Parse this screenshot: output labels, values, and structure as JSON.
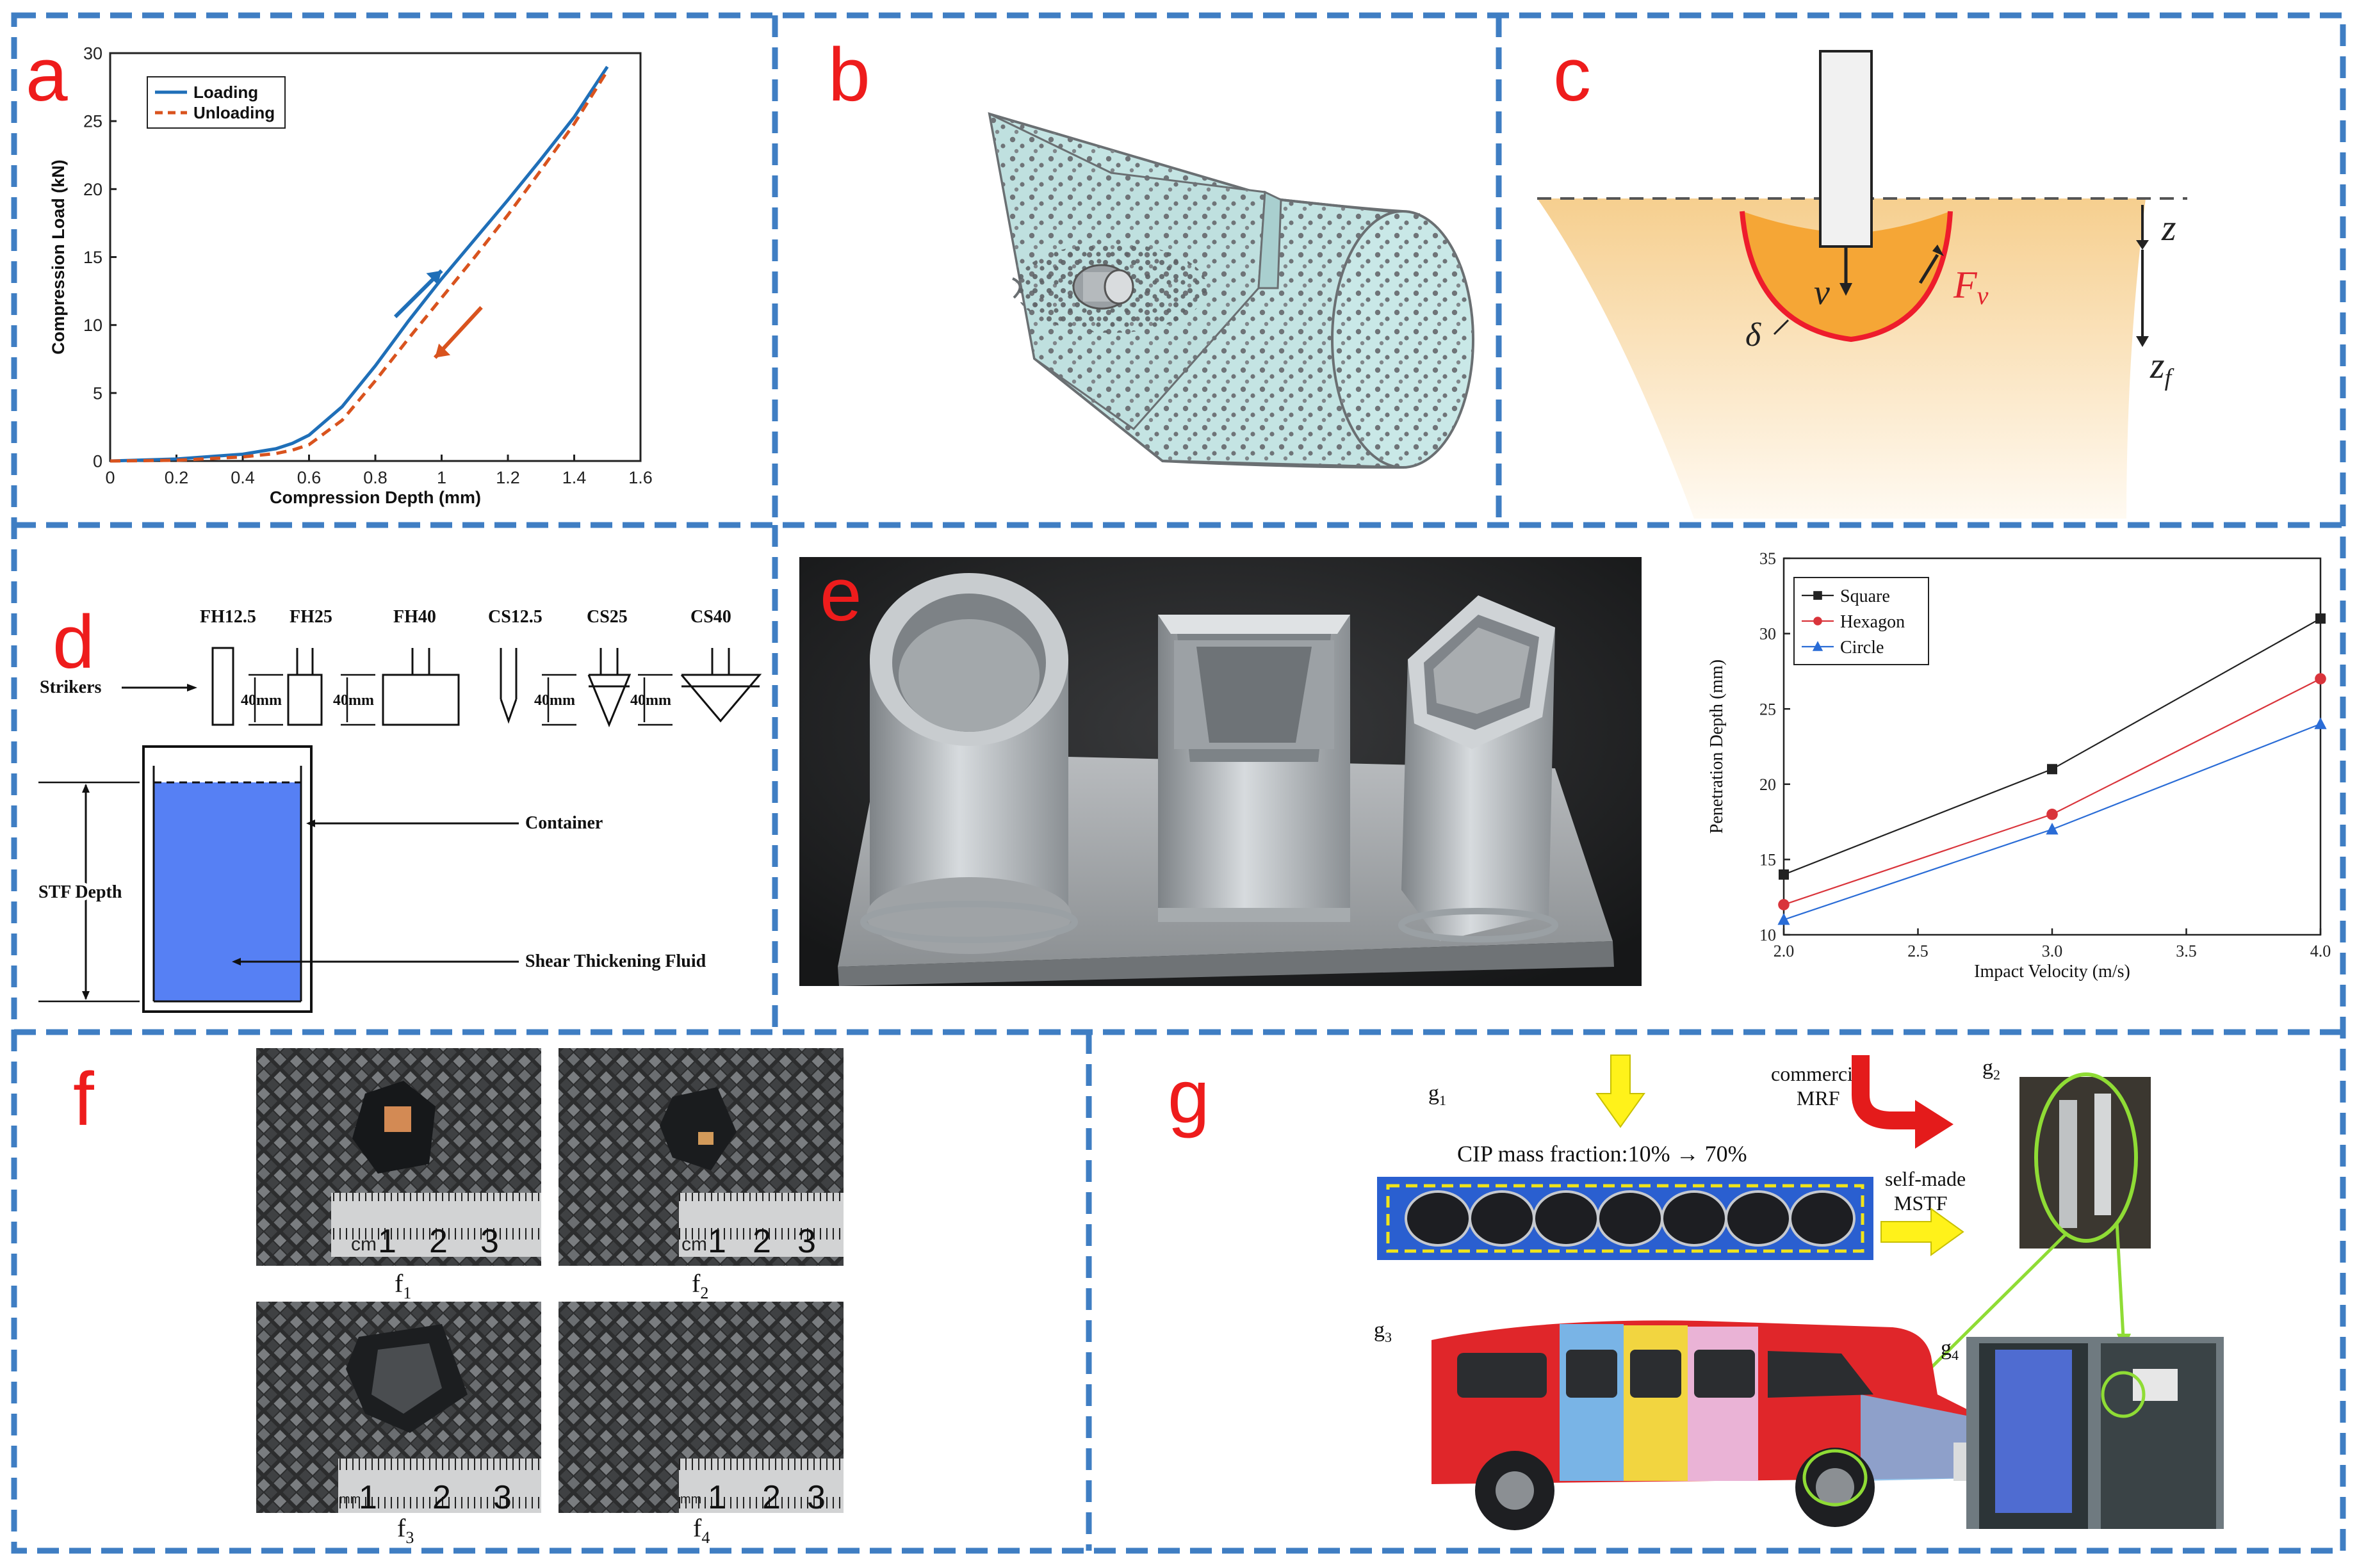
{
  "colors": {
    "frame": "#3f7ec3",
    "label": "#ee1c1c",
    "loading": "#1f6fb8",
    "unloading": "#d9531e",
    "square": "#222222",
    "hexagon": "#d9343b",
    "circle": "#2a6cd6",
    "stf_fluid": "#5680f4"
  },
  "panels": {
    "a": {
      "label": "a",
      "chart_data": {
        "type": "line",
        "xlabel": "Compression Depth (mm)",
        "ylabel": "Compression Load (kN)",
        "xlim": [
          0,
          1.6
        ],
        "ylim": [
          0,
          30
        ],
        "xticks": [
          "0",
          "0.2",
          "0.4",
          "0.6",
          "0.8",
          "1",
          "1.2",
          "1.4",
          "1.6"
        ],
        "yticks": [
          "0",
          "5",
          "10",
          "15",
          "20",
          "25",
          "30"
        ],
        "legend": "top-left",
        "grid": false,
        "series": [
          {
            "name": "Loading",
            "style": "solid",
            "color": "#1f6fb8",
            "x": [
              0,
              0.2,
              0.4,
              0.5,
              0.55,
              0.6,
              0.7,
              0.8,
              0.9,
              1.0,
              1.1,
              1.2,
              1.3,
              1.4,
              1.5
            ],
            "y": [
              0,
              0.15,
              0.5,
              0.9,
              1.3,
              1.9,
              4.0,
              7.0,
              10.3,
              13.4,
              16.3,
              19.2,
              22.2,
              25.3,
              29.0
            ]
          },
          {
            "name": "Unloading",
            "style": "dashed",
            "color": "#d9531e",
            "x": [
              0,
              0.2,
              0.4,
              0.5,
              0.55,
              0.6,
              0.7,
              0.8,
              0.9,
              1.0,
              1.1,
              1.2,
              1.3,
              1.4,
              1.5
            ],
            "y": [
              0,
              0.05,
              0.3,
              0.55,
              0.8,
              1.2,
              3.0,
              5.9,
              9.0,
              12.0,
              15.0,
              18.1,
              21.4,
              24.8,
              28.7
            ]
          }
        ]
      }
    },
    "b": {
      "label": "b"
    },
    "c": {
      "label": "c",
      "v": "v",
      "fv": "F",
      "fv_sub": "v",
      "delta": "δ",
      "z": "z",
      "zf": "z",
      "zf_sub": "f"
    },
    "d": {
      "label": "d",
      "strikers": [
        "FH12.5",
        "FH25",
        "FH40",
        "CS12.5",
        "CS25",
        "CS40"
      ],
      "dim": "40mm",
      "strikers_label": "Strikers",
      "container": "Container",
      "stf_depth": "STF Depth",
      "fluid": "Shear Thickening Fluid"
    },
    "e": {
      "label": "e",
      "chart_data": {
        "type": "line",
        "xlabel": "Impact Velocity (m/s)",
        "ylabel": "Penetration Depth (mm)",
        "xlim": [
          2.0,
          4.0
        ],
        "ylim": [
          10,
          35
        ],
        "xticks": [
          "2.0",
          "2.5",
          "3.0",
          "3.5",
          "4.0"
        ],
        "yticks": [
          "10",
          "15",
          "20",
          "25",
          "30",
          "35"
        ],
        "legend": "top-left",
        "grid": false,
        "series": [
          {
            "name": "Square",
            "marker": "square",
            "color": "#222222",
            "x": [
              2.0,
              3.0,
              4.0
            ],
            "y": [
              14,
              21,
              31
            ]
          },
          {
            "name": "Hexagon",
            "marker": "circle",
            "color": "#d9343b",
            "x": [
              2.0,
              3.0,
              4.0
            ],
            "y": [
              12,
              18,
              27
            ]
          },
          {
            "name": "Circle",
            "marker": "triangle",
            "color": "#2a6cd6",
            "x": [
              2.0,
              3.0,
              4.0
            ],
            "y": [
              11,
              17,
              24
            ]
          }
        ]
      }
    },
    "f": {
      "label": "f",
      "ruler_unit": "cm",
      "ruler_small": "mm",
      "ruler_nums": [
        "1",
        "2",
        "3"
      ],
      "captions": [
        {
          "main": "f",
          "sub": "1"
        },
        {
          "main": "f",
          "sub": "2"
        },
        {
          "main": "f",
          "sub": "3"
        },
        {
          "main": "f",
          "sub": "4"
        }
      ]
    },
    "g": {
      "label": "g",
      "g1": {
        "main": "g",
        "sub": "1"
      },
      "g2": {
        "main": "g",
        "sub": "2"
      },
      "g3": {
        "main": "g",
        "sub": "3"
      },
      "g4": {
        "main": "g",
        "sub": "4"
      },
      "cip": "CIP mass fraction:10% → 70%",
      "commercial": "commercial",
      "mrf": "MRF",
      "selfmade": "self-made",
      "mstf": "MSTF"
    }
  }
}
